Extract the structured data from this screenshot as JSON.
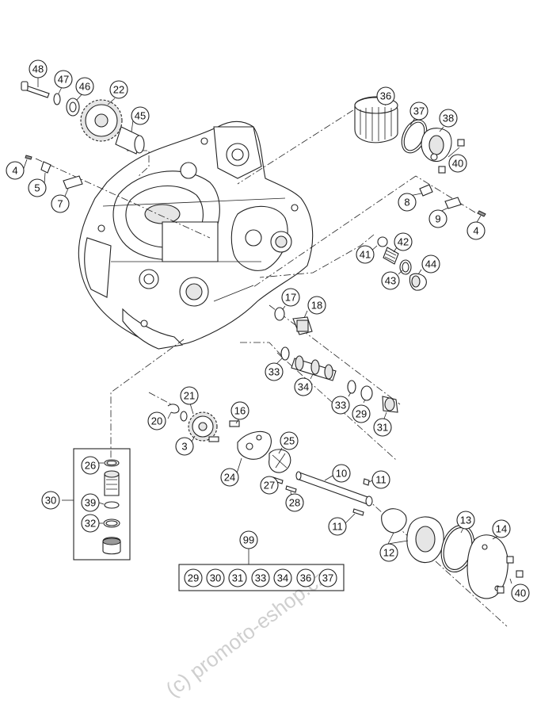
{
  "callouts": [
    {
      "id": "48",
      "label": "48"
    },
    {
      "id": "47",
      "label": "47"
    },
    {
      "id": "46",
      "label": "46"
    },
    {
      "id": "22",
      "label": "22"
    },
    {
      "id": "45",
      "label": "45"
    },
    {
      "id": "4a",
      "label": "4"
    },
    {
      "id": "5",
      "label": "5"
    },
    {
      "id": "7",
      "label": "7"
    },
    {
      "id": "36",
      "label": "36"
    },
    {
      "id": "37",
      "label": "37"
    },
    {
      "id": "38",
      "label": "38"
    },
    {
      "id": "40a",
      "label": "40"
    },
    {
      "id": "8",
      "label": "8"
    },
    {
      "id": "9",
      "label": "9"
    },
    {
      "id": "4b",
      "label": "4"
    },
    {
      "id": "42",
      "label": "42"
    },
    {
      "id": "41",
      "label": "41"
    },
    {
      "id": "44",
      "label": "44"
    },
    {
      "id": "43",
      "label": "43"
    },
    {
      "id": "17",
      "label": "17"
    },
    {
      "id": "18",
      "label": "18"
    },
    {
      "id": "33a",
      "label": "33"
    },
    {
      "id": "34",
      "label": "34"
    },
    {
      "id": "33b",
      "label": "33"
    },
    {
      "id": "29",
      "label": "29"
    },
    {
      "id": "31",
      "label": "31"
    },
    {
      "id": "21",
      "label": "21"
    },
    {
      "id": "20",
      "label": "20"
    },
    {
      "id": "3",
      "label": "3"
    },
    {
      "id": "16",
      "label": "16"
    },
    {
      "id": "25",
      "label": "25"
    },
    {
      "id": "24",
      "label": "24"
    },
    {
      "id": "26",
      "label": "26"
    },
    {
      "id": "30",
      "label": "30"
    },
    {
      "id": "39",
      "label": "39"
    },
    {
      "id": "32",
      "label": "32"
    },
    {
      "id": "10",
      "label": "10"
    },
    {
      "id": "11a",
      "label": "11"
    },
    {
      "id": "27",
      "label": "27"
    },
    {
      "id": "28",
      "label": "28"
    },
    {
      "id": "11b",
      "label": "11"
    },
    {
      "id": "13",
      "label": "13"
    },
    {
      "id": "14",
      "label": "14"
    },
    {
      "id": "12",
      "label": "12"
    },
    {
      "id": "40b",
      "label": "40"
    },
    {
      "id": "99",
      "label": "99"
    }
  ],
  "kit": {
    "label": "99",
    "items": [
      "29",
      "30",
      "31",
      "33",
      "34",
      "36",
      "37"
    ]
  },
  "watermark": "(c) promoto-eshop.cz"
}
